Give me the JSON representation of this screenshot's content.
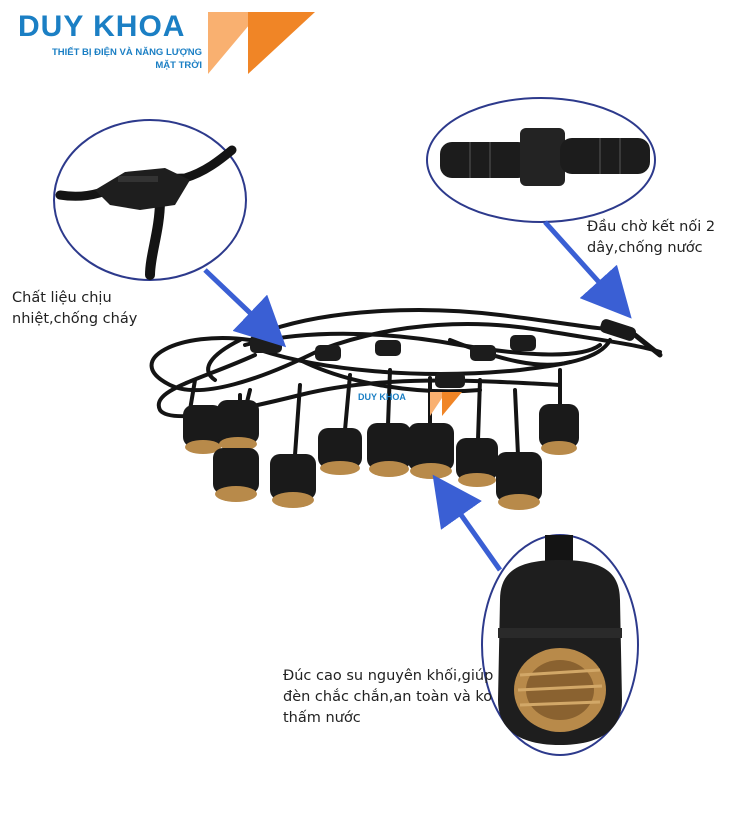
{
  "logo": {
    "brand": "DUY KHOA",
    "tagline": "THIẾT BỊ ĐIỆN VÀ NĂNG LƯỢNG MẶT TRỜI",
    "colors": {
      "text": "#1b7fc4",
      "mark_light": "#f9a85a",
      "mark_dark": "#f08526"
    }
  },
  "callouts": {
    "heat_resistant": "Chất liệu chịu nhiệt,chống cháy",
    "connector": "Đầu chờ kết nối 2 dây,chống nước",
    "molded": "Đúc cao su nguyên khối,giúp đèn chắc chắn,an toàn và ko thấm nước"
  },
  "watermark": "DUY KHOA",
  "colors": {
    "arrow": "#3a5fd4",
    "circle_border": "#2d3a8c",
    "cable": "#141414",
    "brass": "#b88a4a"
  }
}
